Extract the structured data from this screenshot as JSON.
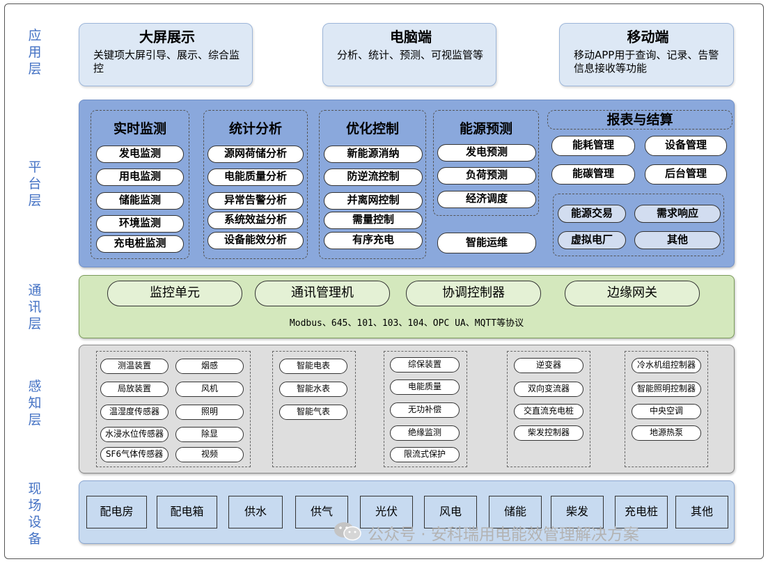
{
  "layers": {
    "app": "应\n用\n层",
    "platform": "平\n台\n层",
    "comm": "通\n讯\n层",
    "sense": "感\n知\n层",
    "field": "现\n场\n设\n备"
  },
  "app_layer": {
    "bigscreen": {
      "title": "大屏展示",
      "desc": "关键项大屏引导、展示、综合监控"
    },
    "pc": {
      "title": "电脑端",
      "desc": "分析、统计、预测、可视监管等"
    },
    "mobile": {
      "title": "移动端",
      "desc": "移动APP用于查询、记录、告警信息接收等功能"
    }
  },
  "platform_layer": {
    "realtime": {
      "title": "实时监测",
      "items": [
        "发电监测",
        "用电监测",
        "储能监测",
        "环境监测",
        "充电桩监测"
      ]
    },
    "stats": {
      "title": "统计分析",
      "items": [
        "源网荷储分析",
        "电能质量分析",
        "异常告警分析",
        "系统效益分析",
        "设备能效分析"
      ]
    },
    "optimize": {
      "title": "优化控制",
      "items": [
        "新能源消纳",
        "防逆流控制",
        "并离网控制",
        "需量控制",
        "有序充电"
      ]
    },
    "forecast": {
      "title": "能源预测",
      "items": [
        "发电预测",
        "负荷预测",
        "经济调度"
      ]
    },
    "om": "智能运维",
    "report": {
      "title": "报表与结算",
      "items": [
        "能耗管理",
        "设备管理",
        "能碳管理",
        "后台管理"
      ]
    },
    "market": [
      "能源交易",
      "需求响应",
      "虚拟电厂",
      "其他"
    ]
  },
  "comm_layer": {
    "units": [
      "监控单元",
      "通讯管理机",
      "协调控制器",
      "边缘网关"
    ],
    "protocols": "Modbus、645、101、103、104、OPC UA、MQTT等协议"
  },
  "sense_layer": {
    "env_left": [
      "测温装置",
      "局放装置",
      "温湿度传感器",
      "水浸水位传感器",
      "SF6气体传感器"
    ],
    "env_right": [
      "烟感",
      "风机",
      "照明",
      "除显",
      "视频"
    ],
    "meters": [
      "智能电表",
      "智能水表",
      "智能气表"
    ],
    "protection": [
      "综保装置",
      "电能质量",
      "无功补偿",
      "绝缘监测",
      "限流式保护"
    ],
    "converters": [
      "逆变器",
      "双向变流器",
      "交直流充电桩",
      "柴发控制器"
    ],
    "hvac": [
      "冷水机组控制器",
      "智能照明控制器",
      "中央空调",
      "地源热泵"
    ]
  },
  "field_layer": [
    "配电房",
    "配电箱",
    "供水",
    "供气",
    "光伏",
    "风电",
    "储能",
    "柴发",
    "充电桩",
    "其他"
  ],
  "watermark": "公众号 · 安科瑞用电能效管理解决方案",
  "colors": {
    "layer_label": "#4472c4",
    "app_fill": "#dde8f5",
    "platform_fill": "#8aa8dc",
    "comm_fill": "#d4e8bd",
    "sense_fill": "#dedede",
    "field_fill": "#c7daf0"
  }
}
